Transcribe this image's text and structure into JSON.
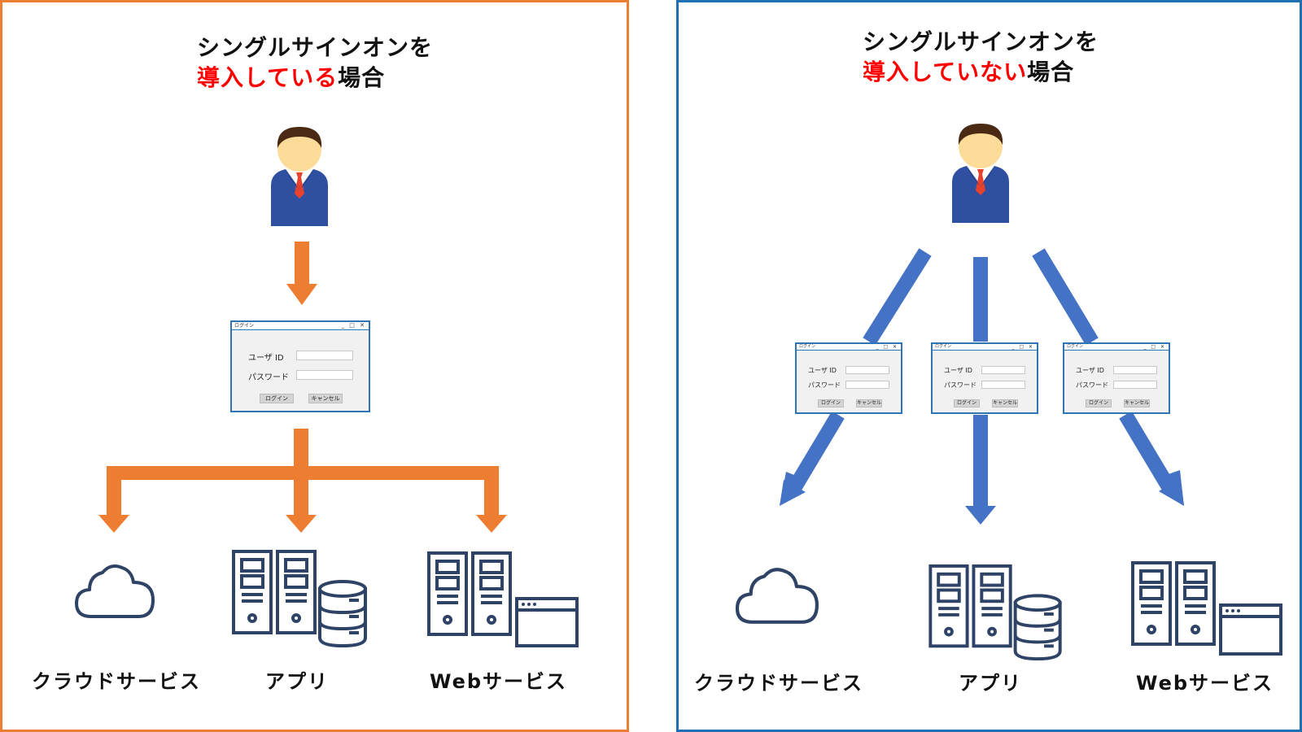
{
  "left": {
    "title_line1": "シングルサインオンを",
    "title_red": "導入している",
    "title_suffix": "場合",
    "login": {
      "title": "ログイン",
      "controls": "_ □ ✕",
      "user_label": "ユーザ ID",
      "pass_label": "パスワード",
      "login_btn": "ログイン",
      "cancel_btn": "キャンセル"
    },
    "services": [
      {
        "label": "クラウドサービス",
        "icon": "cloud-icon"
      },
      {
        "label": "アプリ",
        "icon": "server-database-icon"
      },
      {
        "label": "Webサービス",
        "icon": "server-browser-icon"
      }
    ]
  },
  "right": {
    "title_line1": "シングルサインオンを",
    "title_red": "導入していない",
    "title_suffix": "場合",
    "login": {
      "title": "ログイン",
      "controls": "_ □ ✕",
      "user_label": "ユーザ ID",
      "pass_label": "パスワード",
      "login_btn": "ログイン",
      "cancel_btn": "キャンセル"
    },
    "services": [
      {
        "label": "クラウドサービス",
        "icon": "cloud-icon"
      },
      {
        "label": "アプリ",
        "icon": "server-database-icon"
      },
      {
        "label": "Webサービス",
        "icon": "server-browser-icon"
      }
    ]
  },
  "colors": {
    "orange": "#ED7D31",
    "blue_arrow": "#4472C4",
    "blue_border": "#1F6FB5",
    "red_text": "#FF0000",
    "icon_stroke": "#2E4366",
    "suit": "#2F4FA0",
    "skin": "#FDDC9A",
    "hair": "#4A2A12",
    "tie": "#E8412C"
  }
}
